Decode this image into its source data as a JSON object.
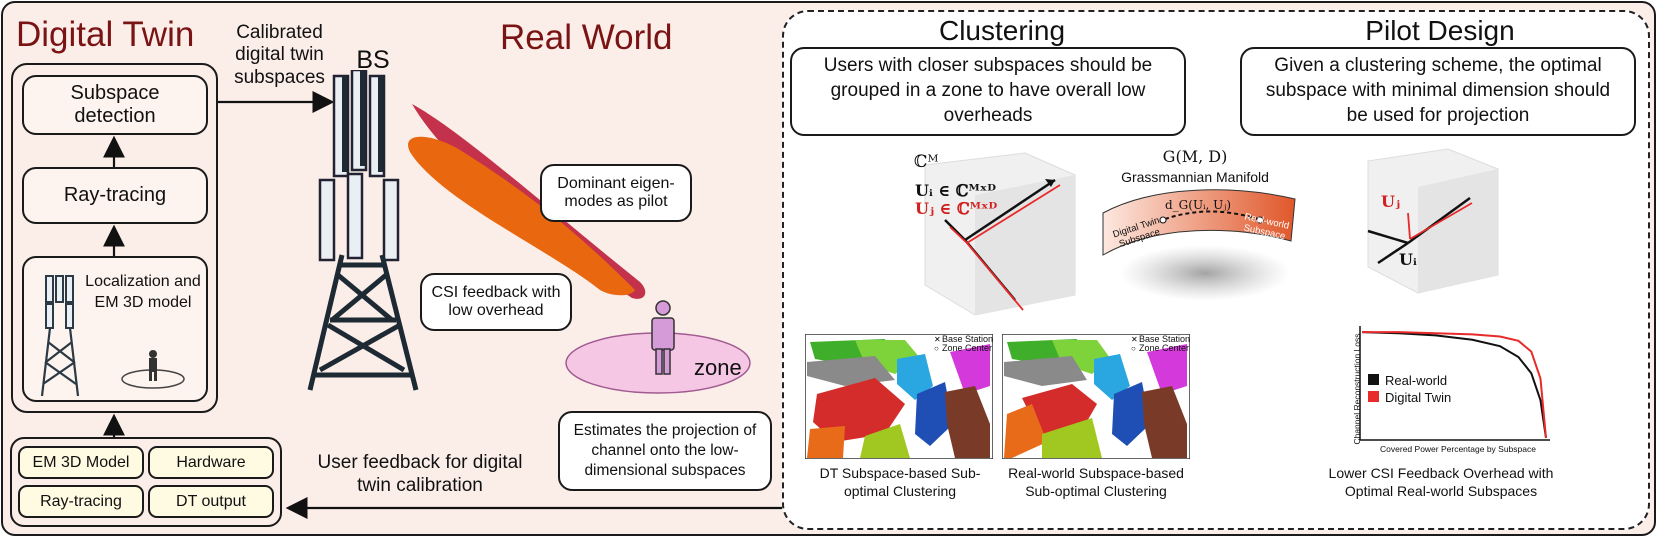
{
  "colors": {
    "panel_bg": "#fbeee9",
    "title_red": "#7a1414",
    "beam_orange": "#e8670f",
    "beam_crimson": "#c3324a",
    "zone_pink": "#f6c7e5",
    "person_violet": "#d59ad8",
    "manifold_orange": "#e0572a",
    "curve_red": "#e82a2a"
  },
  "left": {
    "title": "Digital Twin",
    "arrow_label": "Calibrated digital twin subspaces",
    "subspace_detection": "Subspace detection",
    "ray_tracing": "Ray-tracing",
    "localization": "Localization and EM 3D model",
    "inputs": [
      "EM 3D Model",
      "Hardware",
      "Ray-tracing",
      "DT output"
    ],
    "feedback_label": "User feedback for digital twin calibration"
  },
  "middle": {
    "title": "Real World",
    "bs_label": "BS",
    "dominant_eigen": "Dominant eigen-modes as pilot",
    "csi_feedback": "CSI feedback with low overhead",
    "zone_label": "zone",
    "estimates": "Estimates the projection of channel onto the low-dimensional subspaces"
  },
  "clustering": {
    "title": "Clustering",
    "description": "Users with closer subspaces should be grouped in a zone to have overall low overheads",
    "space_label": "ℂᴹ",
    "ui_label": "Uᵢ ∈ ℂᴹˣᴰ",
    "uj_label": "Uⱼ ∈ ℂᴹˣᴰ",
    "manifold_formula": "G(M, D)",
    "manifold_title": "Grassmannian Manifold",
    "distance_label": "d_G(Uᵢ, Uⱼ)",
    "dt_subspace": "Digital Twin Subspace",
    "rw_subspace": "Real-world Subspace",
    "map_legend_bs": "Base Station",
    "map_legend_zc": "Zone Center",
    "map1_caption": "DT Subspace-based Sub-optimal Clustering",
    "map2_caption": "Real-world Subspace-based Sub-optimal Clustering"
  },
  "pilot": {
    "title": "Pilot Design",
    "description": "Given a clustering scheme, the optimal subspace with minimal dimension should be used for projection",
    "uj_label": "Uⱼ",
    "ui_label": "Uᵢ",
    "chart_caption": "Lower CSI Feedback Overhead with Optimal Real-world Subspaces"
  },
  "chart_data": {
    "type": "line",
    "xlabel": "Covered Power Percentage by Subspace",
    "ylabel": "Channel Reconstruction Loss",
    "series": [
      {
        "name": "Real-world",
        "color": "#111111",
        "x": [
          0,
          0.2,
          0.4,
          0.6,
          0.75,
          0.85,
          0.92,
          0.97,
          1.0
        ],
        "y": [
          0.98,
          0.97,
          0.95,
          0.91,
          0.85,
          0.75,
          0.6,
          0.35,
          0.0
        ]
      },
      {
        "name": "Digital Twin",
        "color": "#e82a2a",
        "x": [
          0,
          0.2,
          0.4,
          0.6,
          0.75,
          0.85,
          0.92,
          0.97,
          1.0
        ],
        "y": [
          0.98,
          0.98,
          0.97,
          0.96,
          0.94,
          0.9,
          0.8,
          0.55,
          0.0
        ]
      }
    ]
  }
}
